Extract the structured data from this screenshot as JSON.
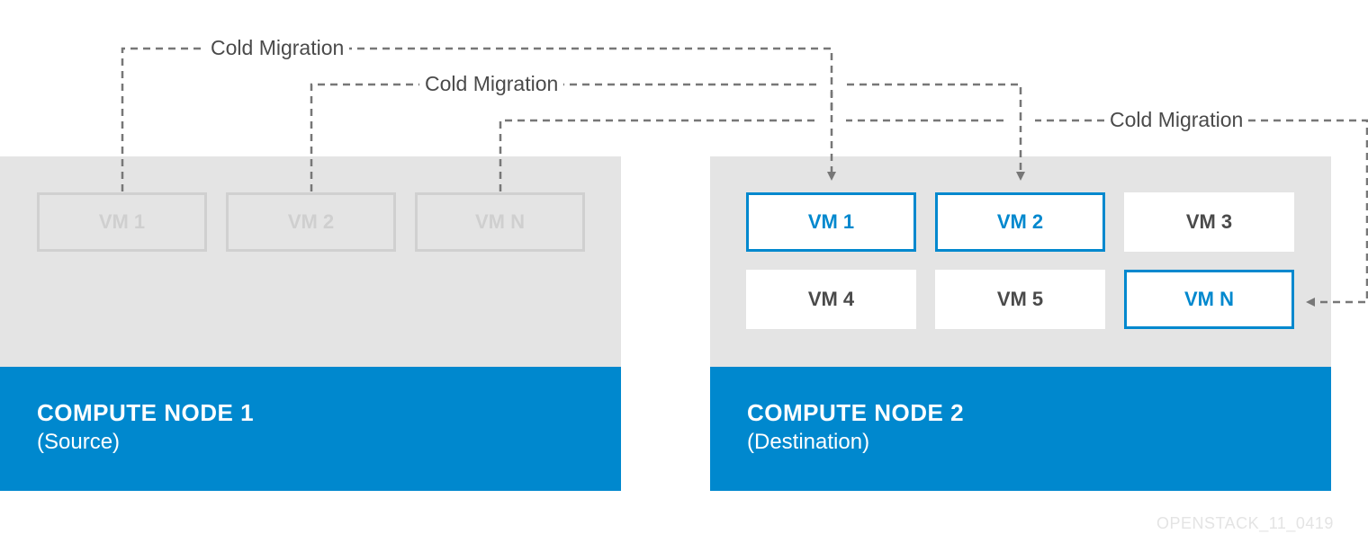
{
  "migration_label": "Cold Migration",
  "source": {
    "title": "COMPUTE NODE 1",
    "subtitle": "(Source)",
    "vms": [
      "VM 1",
      "VM 2",
      "VM N"
    ]
  },
  "destination": {
    "title": "COMPUTE NODE 2",
    "subtitle": "(Destination)",
    "vms": [
      "VM 1",
      "VM 2",
      "VM 3",
      "VM 4",
      "VM 5",
      "VM N"
    ]
  },
  "watermark": "OPENSTACK_11_0419",
  "colors": {
    "accent_blue": "#0088ce",
    "panel_gray": "#e4e4e4",
    "line_gray": "#777777",
    "text_dark": "#4a4a4a"
  }
}
